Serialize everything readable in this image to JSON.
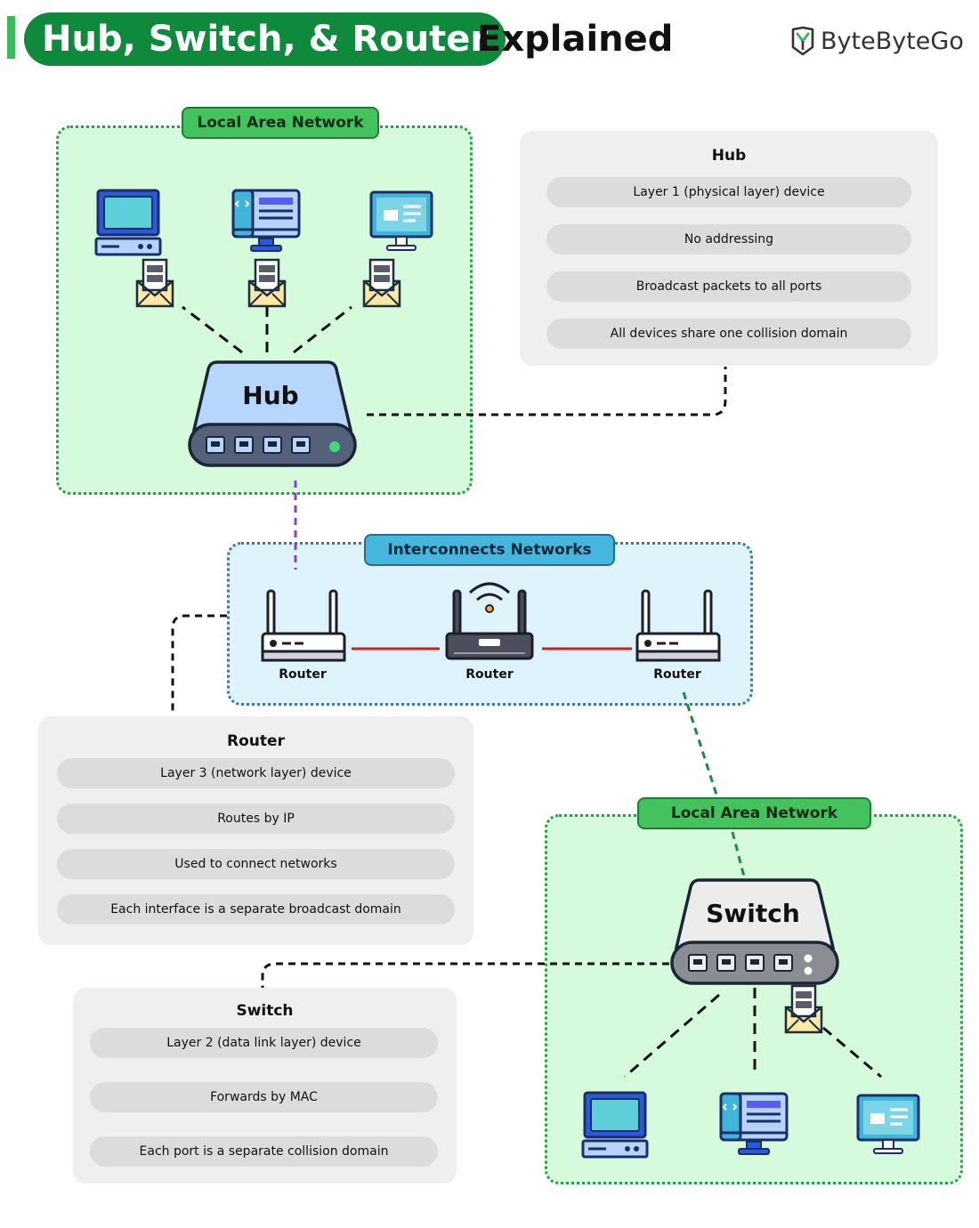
{
  "header": {
    "title_highlight": "Hub, Switch, & Router",
    "title_rest": "Explained",
    "brand": "ByteByteGo"
  },
  "lan_top": {
    "label": "Local Area Network",
    "hub_label": "Hub"
  },
  "interconnect": {
    "label": "Interconnects Networks",
    "routers": [
      "Router",
      "Router",
      "Router"
    ]
  },
  "lan_bottom": {
    "label": "Local Area Network",
    "switch_label": "Switch"
  },
  "hub_panel": {
    "title": "Hub",
    "items": [
      "Layer 1 (physical layer) device",
      "No addressing",
      "Broadcast packets to all ports",
      "All devices share one collision domain"
    ]
  },
  "router_panel": {
    "title": "Router",
    "items": [
      "Layer 3 (network layer) device",
      "Routes by IP",
      "Used to connect networks",
      "Each interface is a separate broadcast domain"
    ]
  },
  "switch_panel": {
    "title": "Switch",
    "items": [
      "Layer 2 (data link layer) device",
      "Forwards by MAC",
      "Each port is a separate collision domain"
    ]
  },
  "colors": {
    "brand_green": "#0f8a3c",
    "lan_fill": "#d5fbdc",
    "interconnect_fill": "#dff3fd",
    "hub_body": "#b7d6fb",
    "switch_body": "#ececec",
    "router_link": "#c8241b",
    "hub_router_link": "#8a3fd1",
    "router_switch_link": "#1e8a3a"
  },
  "icons": [
    "bytebytego-logo-icon",
    "desktop-computer-icon",
    "monitor-icon",
    "envelope-packet-icon",
    "router-icon",
    "wifi-router-icon"
  ]
}
